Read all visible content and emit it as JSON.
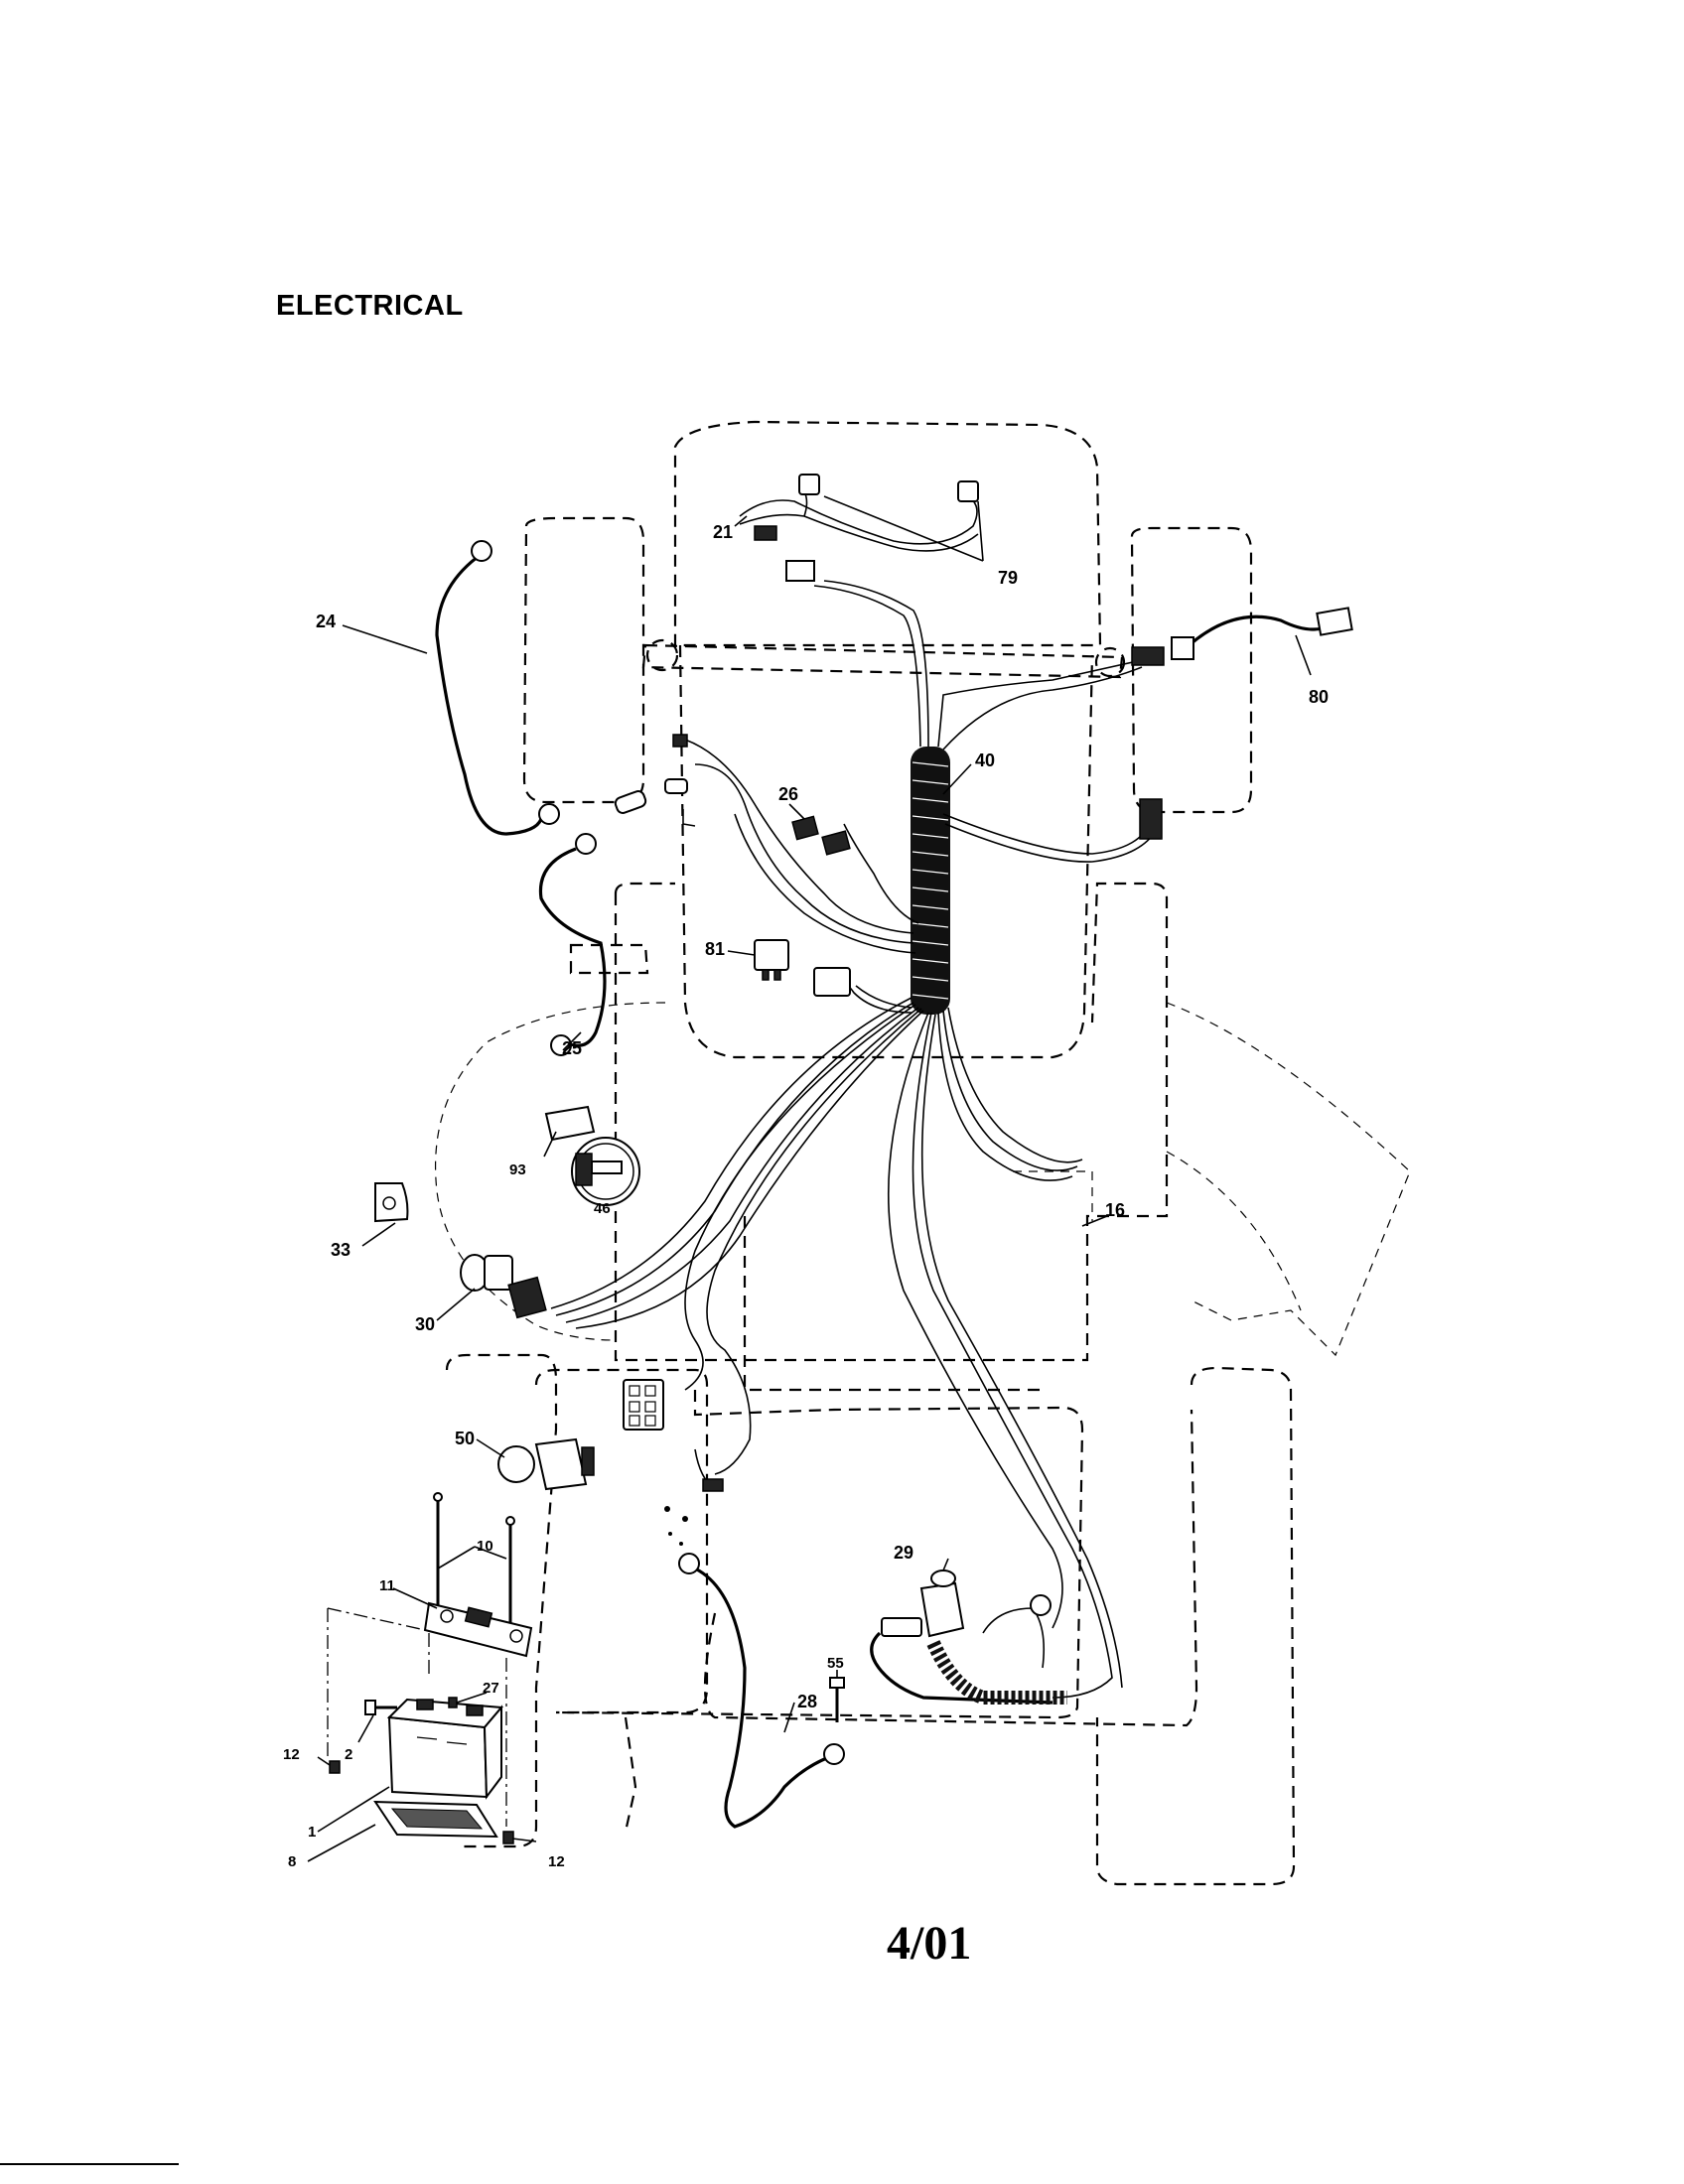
{
  "header": {
    "title": "ELECTRICAL"
  },
  "footer": {
    "date": "4/01"
  },
  "callouts": {
    "c1": "1",
    "c2": "2",
    "c8": "8",
    "c10": "10",
    "c11": "11",
    "c12a": "12",
    "c12b": "12",
    "c16": "16",
    "c21": "21",
    "c24": "24",
    "c25": "25",
    "c26": "26",
    "c27": "27",
    "c28": "28",
    "c29": "29",
    "c30": "30",
    "c33": "33",
    "c40": "40",
    "c46": "46",
    "c50": "50",
    "c55": "55",
    "c79": "79",
    "c80": "80",
    "c81": "81",
    "c93": "93"
  },
  "icons": [
    "wiring-harness-icon",
    "battery-icon",
    "ignition-switch-icon",
    "relay-icon",
    "hour-meter-icon",
    "solenoid-icon",
    "cable-icon"
  ]
}
